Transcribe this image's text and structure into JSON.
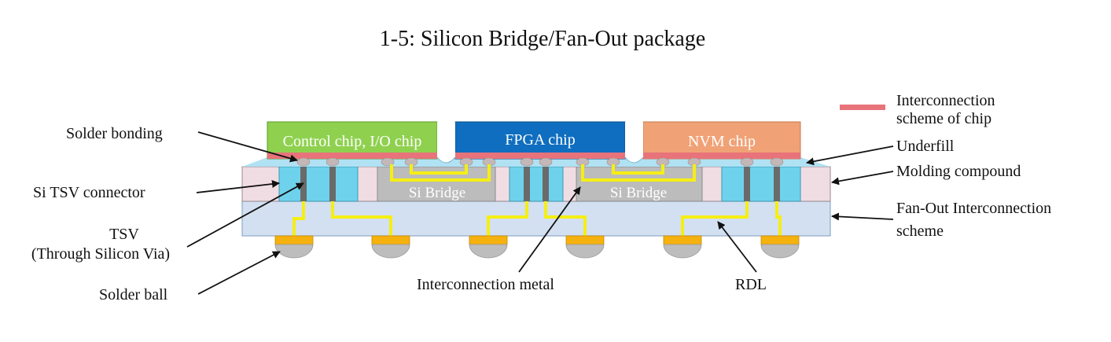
{
  "title": "1-5: Silicon Bridge/Fan-Out package",
  "chips": {
    "control": "Control chip, I/O chip",
    "fpga": "FPGA chip",
    "nvm": "NVM chip"
  },
  "bridges": [
    "Si Bridge",
    "Si Bridge"
  ],
  "legend": {
    "interconnection_line1": "Interconnection",
    "interconnection_line2": "scheme of chip",
    "interconnection_color": "#e8737a"
  },
  "labels": {
    "solder_bonding": "Solder bonding",
    "si_tsv_connector": "Si TSV connector",
    "tsv_line1": "TSV",
    "tsv_line2": "(Through  Silicon Via)",
    "solder_ball": "Solder ball",
    "interconnection_metal": "Interconnection metal",
    "rdl": "RDL",
    "underfill": "Underfill",
    "molding_compound": "Molding compound",
    "fanout_line1": "Fan-Out Interconnection",
    "fanout_line2": "scheme"
  },
  "colors": {
    "control_chip": "#8fd14f",
    "fpga_chip": "#0f6ebf",
    "nvm_chip": "#f0a276",
    "underfill": "#a9dff2",
    "molding": "#f0dde3",
    "tsv_block": "#6fd2ec",
    "bridge": "#bcbcbc",
    "substrate": "#d3e0f1",
    "pad": "#f5b10e",
    "solder": "#bdbdbd",
    "metal_wire": "#f5ee14"
  }
}
